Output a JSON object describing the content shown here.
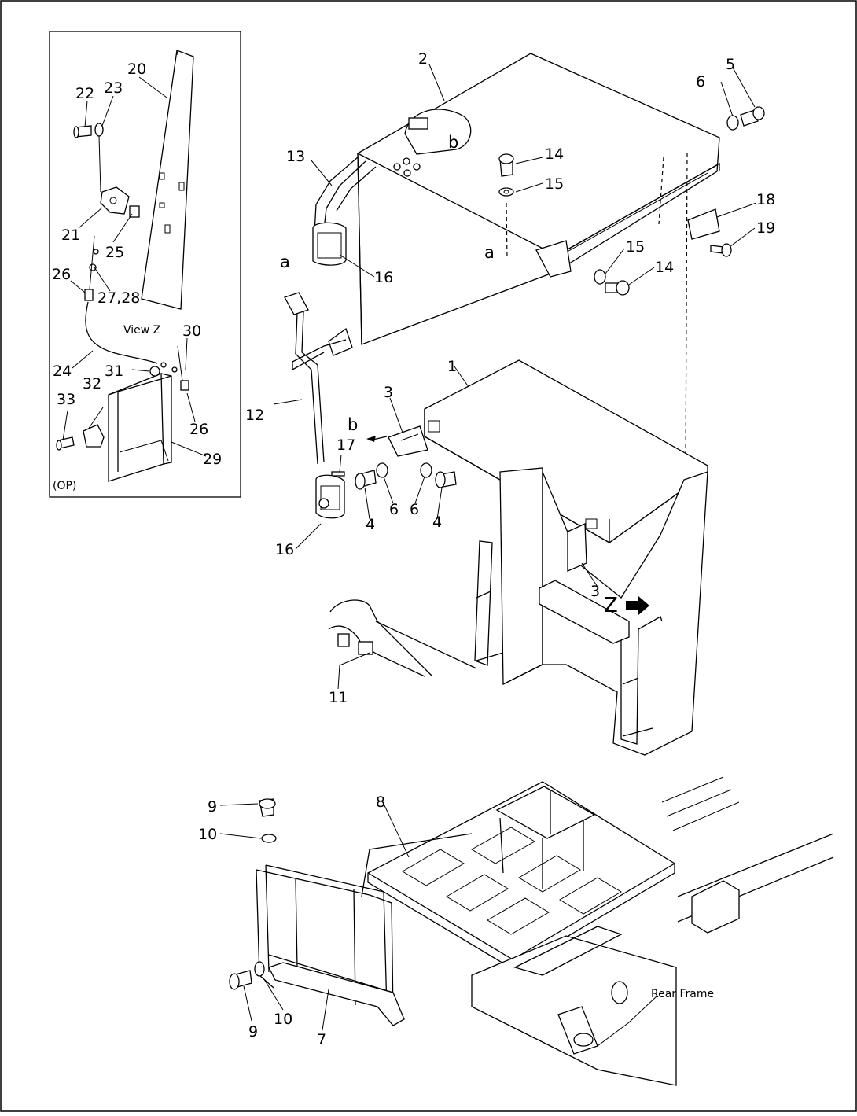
{
  "diagram": {
    "inset_caption": "View Z",
    "inset_option_tag": "(OP)",
    "rear_frame_label": "Rear Frame",
    "ref_a_top": "a",
    "ref_a_mid": "a",
    "ref_b_top": "b",
    "ref_b_mid": "b",
    "view_z_marker": "Z",
    "parts": {
      "p1": "1",
      "p2": "2",
      "p3a": "3",
      "p3b": "3",
      "p4a": "4",
      "p4b": "4",
      "p5": "5",
      "p6a": "6",
      "p6b": "6",
      "p6c": "6",
      "p7": "7",
      "p8": "8",
      "p9a": "9",
      "p9b": "9",
      "p10a": "10",
      "p10b": "10",
      "p11": "11",
      "p12": "12",
      "p13": "13",
      "p14a": "14",
      "p14b": "14",
      "p15a": "15",
      "p15b": "15",
      "p16a": "16",
      "p16b": "16",
      "p17": "17",
      "p18": "18",
      "p19": "19",
      "p20": "20",
      "p21": "21",
      "p22": "22",
      "p23": "23",
      "p24": "24",
      "p25": "25",
      "p26a": "26",
      "p26b": "26",
      "p2728": "27,28",
      "p29": "29",
      "p30": "30",
      "p31": "31",
      "p32": "32",
      "p33": "33"
    }
  }
}
